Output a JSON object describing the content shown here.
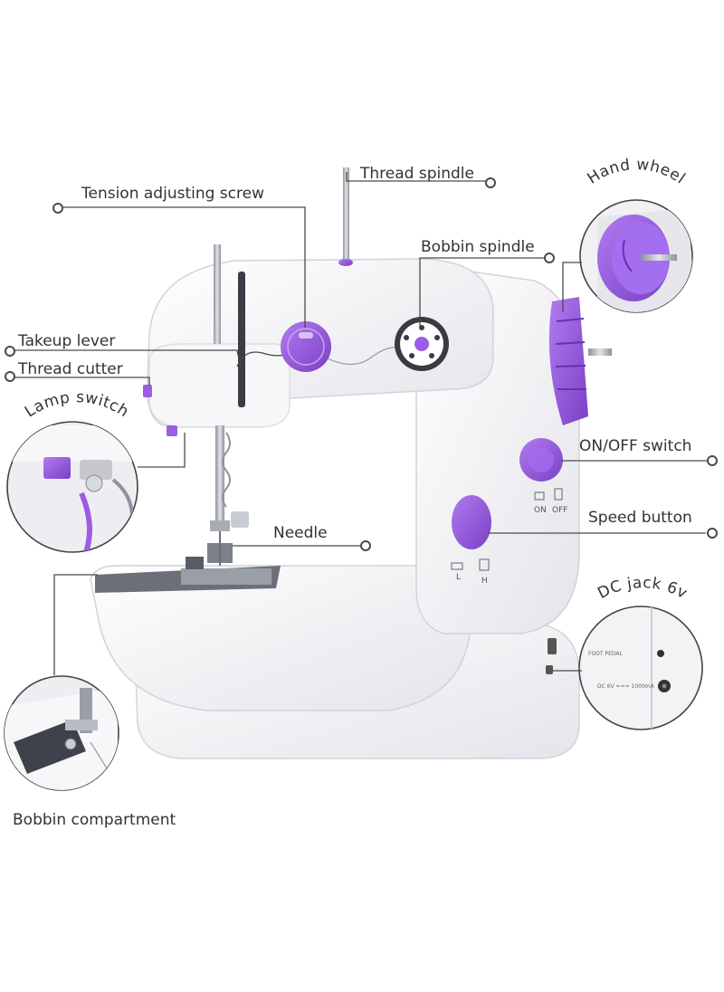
{
  "labels": {
    "thread_spindle": "Thread spindle",
    "tension_adjusting_screw": "Tension adjusting screw",
    "hand_wheel": "Hand wheel",
    "bobbin_spindle": "Bobbin spindle",
    "takeup_lever": "Takeup lever",
    "thread_cutter": "Thread cutter",
    "lamp_switch": "Lamp switch",
    "on_off_switch": "ON/OFF switch",
    "speed_button": "Speed button",
    "needle": "Needle",
    "dc_jack": "DC jack 6v",
    "bobbin_compartment": "Bobbin compartment"
  },
  "machine_markings": {
    "on": "ON",
    "off": "OFF",
    "low": "L",
    "high": "H",
    "foot_pedal": "FOOT PEDAL",
    "dc_rating": "DC 6V === 1000mA"
  },
  "colors": {
    "accent_purple": "#9b5de5",
    "accent_purple_dark": "#7b3fc4",
    "body_white": "#f5f5f7",
    "body_shadow": "#dcdce2",
    "leader_line": "#4a4a4a",
    "metal": "#b8bcc4"
  },
  "icons": [
    "hand-wheel-icon",
    "bobbin-icon",
    "tension-knob-icon",
    "needle-icon"
  ]
}
